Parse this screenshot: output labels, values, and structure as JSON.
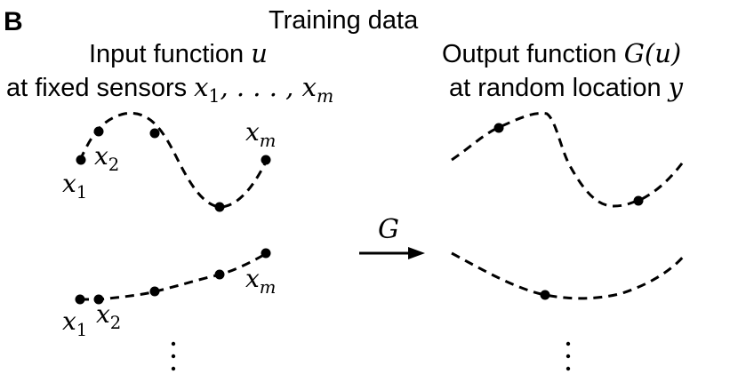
{
  "panel_label": "B",
  "title": "Training data",
  "left": {
    "heading_line1": "Input function",
    "heading_var": "u",
    "heading_line2": "at fixed sensors",
    "sensors_expr_start": "x",
    "sensors_expr_sub1": "1",
    "sensors_expr_mid": ", . . . , x",
    "sensors_expr_subm": "m",
    "example1_labels": {
      "x1": "x",
      "x1_sub": "1",
      "x2": "x",
      "x2_sub": "2",
      "xm": "x",
      "xm_sub": "m"
    },
    "example2_labels": {
      "x1": "x",
      "x1_sub": "1",
      "x2": "x",
      "x2_sub": "2",
      "xm": "x",
      "xm_sub": "m"
    },
    "ellipsis": "⋮"
  },
  "operator": {
    "label": "G",
    "arrow": "right-arrow"
  },
  "right": {
    "heading_line1": "Output function",
    "heading_var": "G(u)",
    "heading_line2": "at random location",
    "location_var": "y",
    "ellipsis": "⋮"
  }
}
